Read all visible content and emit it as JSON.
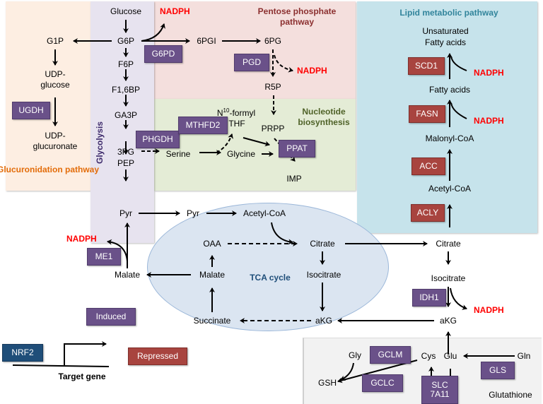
{
  "regions": {
    "glucuronidation": {
      "title": "Glucuronidation pathway",
      "color": "#e36c09"
    },
    "pentose_phosphate": {
      "title": "Pentose phosphate pathway",
      "color": "#8b2f2f"
    },
    "nucleotide": {
      "title": "Nucleotide biosynthesis",
      "color": "#4f6228"
    },
    "glycolysis": {
      "title": "Glycolysis",
      "color": "#3d2a6b"
    },
    "lipid": {
      "title": "Lipid metabolic pathway",
      "color": "#31849b"
    },
    "tca": {
      "title": "TCA cycle",
      "color": "#1f4e79"
    },
    "glutathione": {
      "title": "Glutathione",
      "color": "#000000"
    }
  },
  "metabolites": {
    "glucose": "Glucose",
    "g6p": "G6P",
    "f6p": "F6P",
    "f16bp": "F1,6BP",
    "ga3p": "GA3P",
    "pg3": "3PG",
    "pep": "PEP",
    "pyr_glyc": "Pyr",
    "g1p": "G1P",
    "udp_glucose_1": "UDP-",
    "udp_glucose_2": "glucose",
    "udp_glucuronate_1": "UDP-",
    "udp_glucuronate_2": "glucuronate",
    "pgi6": "6PGI",
    "pg6": "6PG",
    "r5p": "R5P",
    "n10_pre": "N",
    "n10_sup": "10",
    "n10_post": "-formyl",
    "thf": "THF",
    "prpp": "PRPP",
    "serine": "Serine",
    "glycine": "Glycine",
    "imp": "IMP",
    "pyr_mito": "Pyr",
    "acetyl_coa_mito": "Acetyl-CoA",
    "oaa": "OAA",
    "citrate_mito": "Citrate",
    "malate_mito": "Malate",
    "isocitrate_mito": "Isocitrate",
    "succinate": "Succinate",
    "akg_mito": "aKG",
    "malate_cyto": "Malate",
    "citrate_cyto": "Citrate",
    "isocitrate_cyto": "Isocitrate",
    "akg_cyto": "aKG",
    "acetyl_coa_lipid": "Acetyl-CoA",
    "malonyl_coa": "Malonyl-CoA",
    "fatty_acids": "Fatty acids",
    "unsat_1": "Unsaturated",
    "unsat_2": "Fatty acids",
    "gly": "Gly",
    "gsh": "GSH",
    "cys": "Cys",
    "glu": "Glu",
    "gln": "Gln"
  },
  "cofactor_label": "NADPH",
  "enzymes": {
    "induced": [
      {
        "id": "g6pd",
        "label": "G6PD"
      },
      {
        "id": "pgd",
        "label": "PGD"
      },
      {
        "id": "ugdh",
        "label": "UGDH"
      },
      {
        "id": "phgdh",
        "label": "PHGDH"
      },
      {
        "id": "mthfd2",
        "label": "MTHFD2"
      },
      {
        "id": "ppat",
        "label": "PPAT"
      },
      {
        "id": "me1",
        "label": "ME1"
      },
      {
        "id": "idh1",
        "label": "IDH1"
      },
      {
        "id": "gclm",
        "label": "GCLM"
      },
      {
        "id": "gclc",
        "label": "GCLC"
      },
      {
        "id": "slc7a11",
        "label": "SLC 7A11"
      },
      {
        "id": "gls",
        "label": "GLS"
      }
    ],
    "repressed": [
      {
        "id": "scd1",
        "label": "SCD1"
      },
      {
        "id": "fasn",
        "label": "FASN"
      },
      {
        "id": "acc",
        "label": "ACC"
      },
      {
        "id": "acly",
        "label": "ACLY"
      }
    ]
  },
  "legend": {
    "induced": "Induced",
    "repressed": "Repressed",
    "nrf2": "NRF2",
    "target_gene": "Target gene",
    "colors": {
      "induced": "#6a5189",
      "repressed": "#a8443f",
      "nrf2": "#1f4e79",
      "nadph": "#ff0000"
    }
  }
}
